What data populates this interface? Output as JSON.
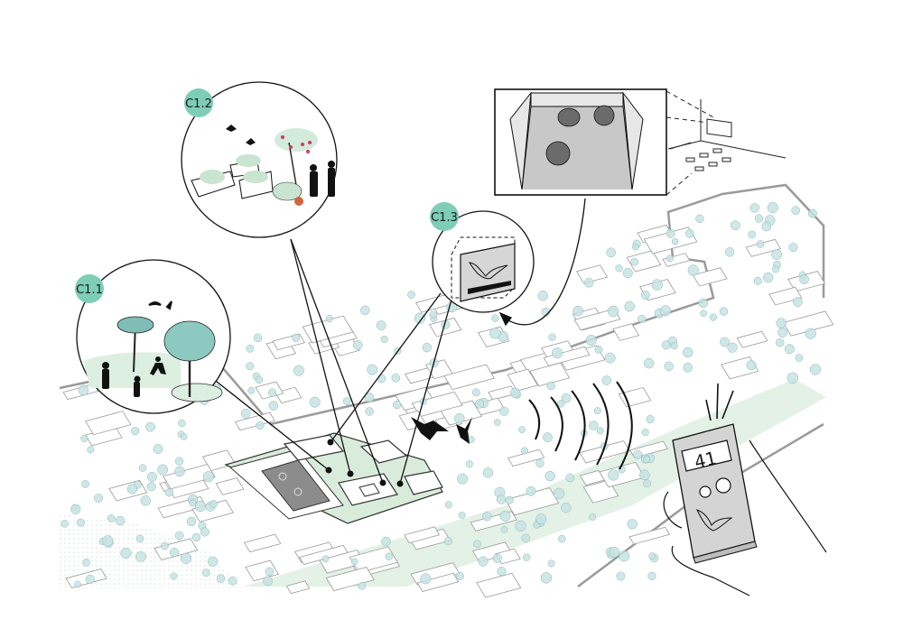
{
  "figure": {
    "title": "Urban biodiversity study diagram – bat monitoring and green courtyard interventions",
    "colors": {
      "badge": "#7ecdb6",
      "tree_fill": "#c7e3e3",
      "tree_stroke": "#8fb8b8",
      "green_area": "#dcefe1",
      "building_stroke": "#9a9a9a",
      "ink": "#111111",
      "panel_grey": "#d6d6d6",
      "floor_grey": "#c8c8c8",
      "device_grey": "#cfcfcf"
    }
  },
  "callouts": [
    {
      "id": "c1-1",
      "label": "C1.1",
      "description": "Public park with trees, birds and people walking"
    },
    {
      "id": "c1-2",
      "label": "C1.2",
      "description": "Raised garden beds with plants, fruit tree and people"
    },
    {
      "id": "c1-3",
      "label": "C1.3",
      "description": "Bat box mounted on wall"
    }
  ],
  "inset": {
    "name": "Lab room with bats",
    "description": "Enclosure room with three bats on floor, observed from classroom with screen and desks"
  },
  "detector": {
    "name": "Bat detector",
    "reading": "41"
  },
  "scene": {
    "description": "Axonometric city block with courtyard, green corridor and flying bats emitting echolocation waves"
  }
}
